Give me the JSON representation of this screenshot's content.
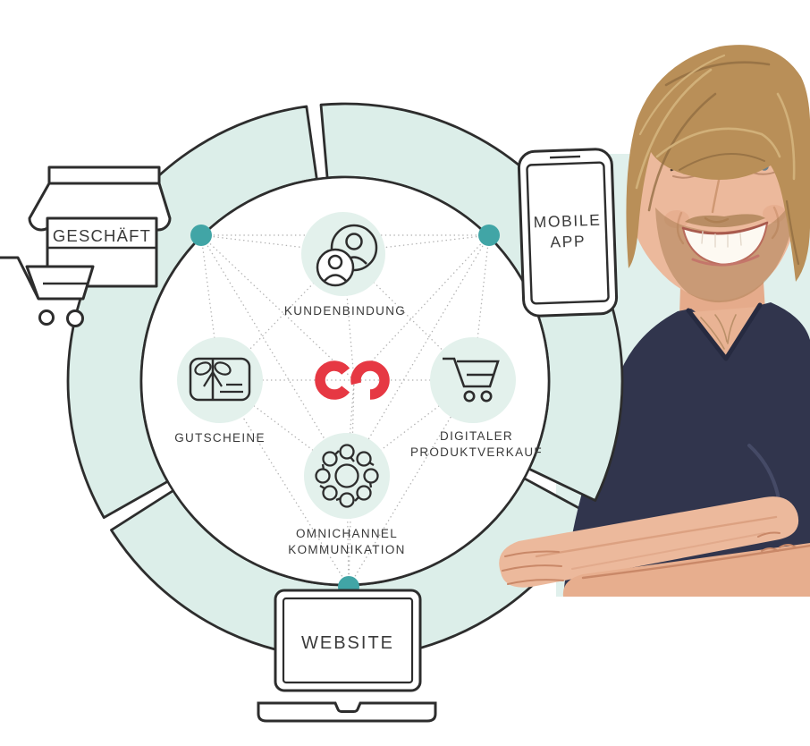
{
  "diagram": {
    "title_hint": "omnichannel commerce ecosystem diagram",
    "center_logo": {
      "name": "brand-infinity-logo",
      "color": "#e63843"
    },
    "inner_nodes": [
      {
        "id": "kundenbindung",
        "label": "KUNDENBINDUNG",
        "icon": "customers-icon"
      },
      {
        "id": "gutscheine",
        "label": "GUTSCHEINE",
        "icon": "gift-card-icon"
      },
      {
        "id": "digitaler-produktverkauf",
        "label_line1": "DIGITALER",
        "label_line2": "PRODUKTVERKAUF",
        "icon": "shopping-cart-icon"
      },
      {
        "id": "omnichannel-kommunikation",
        "label_line1": "OMNICHANNEL",
        "label_line2": "KOMMUNIKATION",
        "icon": "communication-bubbles-icon"
      }
    ],
    "outer_nodes": [
      {
        "id": "geschaeft",
        "label": "GESCHÄFT",
        "icon": "storefront-icon"
      },
      {
        "id": "mobile-app",
        "label_line1": "MOBILE",
        "label_line2": "APP",
        "icon": "smartphone-icon"
      },
      {
        "id": "website",
        "label": "WEBSITE",
        "icon": "laptop-icon"
      }
    ],
    "connections": [
      [
        "dot-left",
        "dot-right"
      ],
      [
        "dot-left",
        "kundenbindung"
      ],
      [
        "dot-left",
        "logo"
      ],
      [
        "dot-left",
        "gutscheine"
      ],
      [
        "dot-left",
        "omnichannel-kommunikation"
      ],
      [
        "dot-right",
        "kundenbindung"
      ],
      [
        "dot-right",
        "logo"
      ],
      [
        "dot-right",
        "digitaler-produktverkauf"
      ],
      [
        "dot-right",
        "omnichannel-kommunikation"
      ],
      [
        "dot-bottom",
        "omnichannel-kommunikation"
      ],
      [
        "dot-bottom",
        "logo"
      ],
      [
        "dot-bottom",
        "gutscheine"
      ],
      [
        "dot-bottom",
        "digitaler-produktverkauf"
      ],
      [
        "kundenbindung",
        "logo"
      ],
      [
        "kundenbindung",
        "gutscheine"
      ],
      [
        "kundenbindung",
        "digitaler-produktverkauf"
      ],
      [
        "gutscheine",
        "logo"
      ],
      [
        "digitaler-produktverkauf",
        "logo"
      ],
      [
        "omnichannel-kommunikation",
        "logo"
      ],
      [
        "gutscheine",
        "omnichannel-kommunikation"
      ],
      [
        "digitaler-produktverkauf",
        "omnichannel-kommunikation"
      ]
    ],
    "colors": {
      "ring": "#dceee9",
      "icon_circle": "#e3f1ec",
      "connector_dot": "#41a5a6",
      "outline": "#2d2d2d",
      "text": "#3a3a3a",
      "logo_red": "#e63843",
      "photo_panel": "#e0f0ec"
    }
  },
  "photo": {
    "description": "smiling young man, blond shaggy hair, beard, dark navy t-shirt, arms crossed"
  }
}
